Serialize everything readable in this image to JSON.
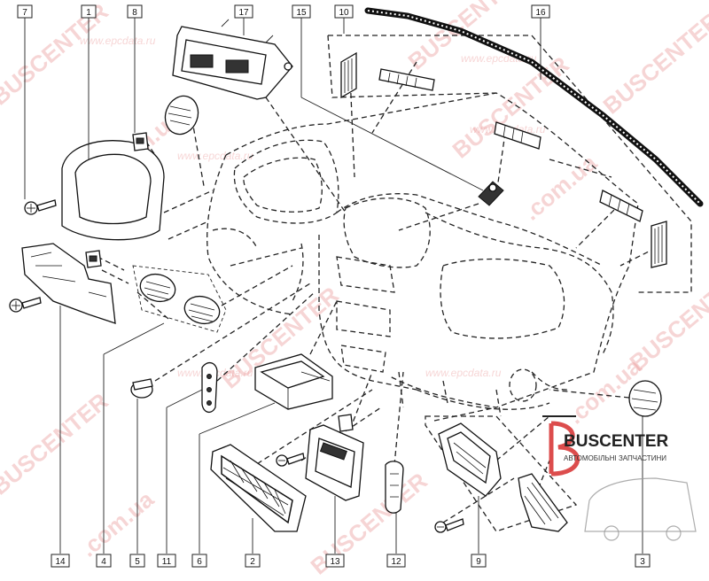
{
  "callouts": [
    {
      "id": "n7",
      "label": "7"
    },
    {
      "id": "n1",
      "label": "1"
    },
    {
      "id": "n8",
      "label": "8"
    },
    {
      "id": "n17",
      "label": "17"
    },
    {
      "id": "n15",
      "label": "15"
    },
    {
      "id": "n10",
      "label": "10"
    },
    {
      "id": "n16",
      "label": "16"
    },
    {
      "id": "n14",
      "label": "14"
    },
    {
      "id": "n4",
      "label": "4"
    },
    {
      "id": "n5",
      "label": "5"
    },
    {
      "id": "n11",
      "label": "11"
    },
    {
      "id": "n6",
      "label": "6"
    },
    {
      "id": "n2",
      "label": "2"
    },
    {
      "id": "n13",
      "label": "13"
    },
    {
      "id": "n12",
      "label": "12"
    },
    {
      "id": "n9",
      "label": "9"
    },
    {
      "id": "n3",
      "label": "3"
    }
  ],
  "watermarks": {
    "buscenter": "BUSCENTER",
    "domain": ".com.ua",
    "epc": "www.epcdata.ru"
  },
  "logo": {
    "name": "BUSCENTER",
    "tagline": "АВТОМОБІЛЬНІ ЗАПЧАСТИНИ"
  },
  "colors": {
    "line": "#111111",
    "watermark": "#e88a8a",
    "logo_red": "#d83a3a"
  }
}
